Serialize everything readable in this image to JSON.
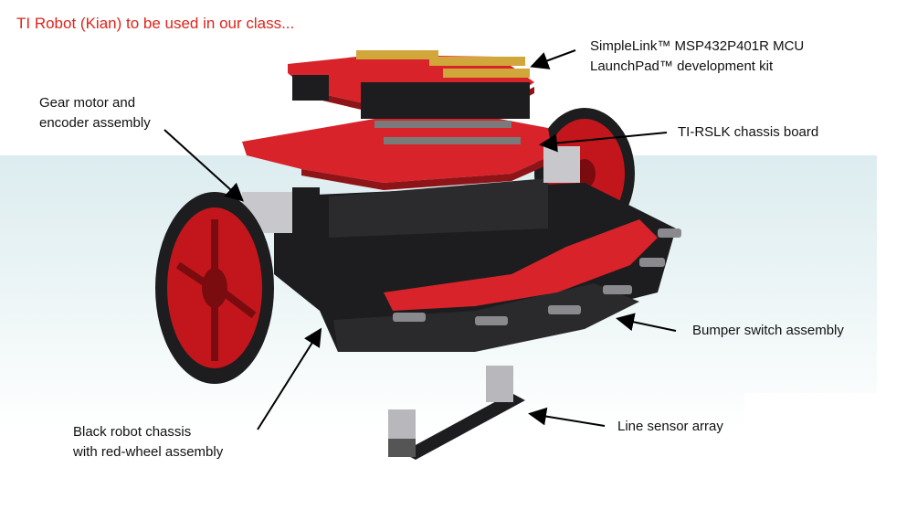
{
  "title": "TI Robot (Kian) to be used in our class...",
  "callouts": {
    "launchpad_line1": "SimpleLink™ MSP432P401R MCU",
    "launchpad_line2": "LaunchPad™ development kit",
    "gear_motor_line1": "Gear motor and",
    "gear_motor_line2": "encoder assembly",
    "chassis_board": "TI-RSLK chassis board",
    "bumper": "Bumper switch assembly",
    "chassis_line1": "Black robot chassis",
    "chassis_line2": "with red-wheel assembly",
    "line_sensor": "Line sensor array"
  },
  "colors": {
    "title": "#e0241b",
    "pcb_red": "#d8232a",
    "chassis_black": "#1d1d1f",
    "wheel_red": "#c3161c",
    "arrow": "#000000"
  }
}
